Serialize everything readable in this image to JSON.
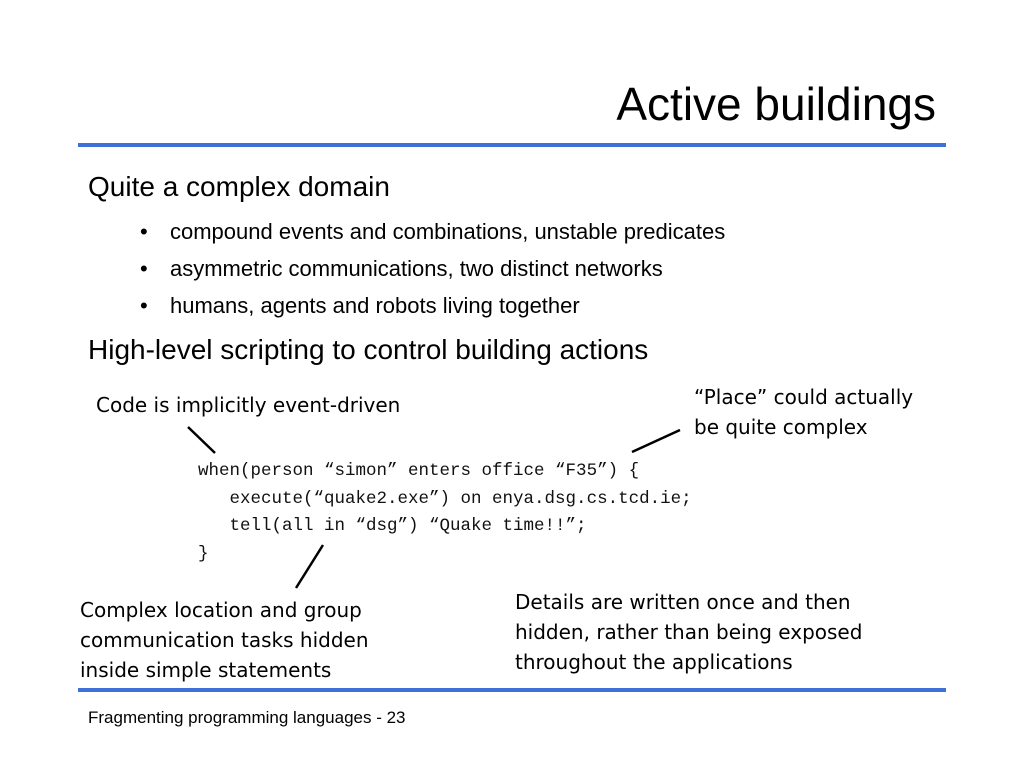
{
  "slide": {
    "title": "Active buildings",
    "heading_1": "Quite a complex domain",
    "bullets": [
      {
        "marker": "•",
        "text": "compound events and combinations, unstable predicates"
      },
      {
        "marker": "•",
        "text": "asymmetric communications, two distinct networks"
      },
      {
        "marker": "•",
        "text": "humans, agents and robots living together"
      }
    ],
    "heading_2": "High-level scripting to control building actions",
    "annotations": {
      "event_driven": "Code is implicitly event-driven",
      "place_line1": "“Place” could actually",
      "place_line2": "be quite complex",
      "hidden_line1": "Complex location and group",
      "hidden_line2": "communication tasks hidden",
      "hidden_line3": "inside simple statements",
      "details_line1": "Details are written once and then",
      "details_line2": "hidden, rather than being exposed",
      "details_line3": "throughout the applications"
    },
    "code_lines": [
      "when(person “simon” enters office “F35”) {",
      "   execute(“quake2.exe”) on enya.dsg.cs.tcd.ie;",
      "   tell(all in “dsg”) “Quake time!!”;",
      "}"
    ],
    "footer": "Fragmenting programming languages  - 23",
    "colors": {
      "rule": "#3f6fd8",
      "text": "#000000",
      "background": "#ffffff"
    }
  }
}
